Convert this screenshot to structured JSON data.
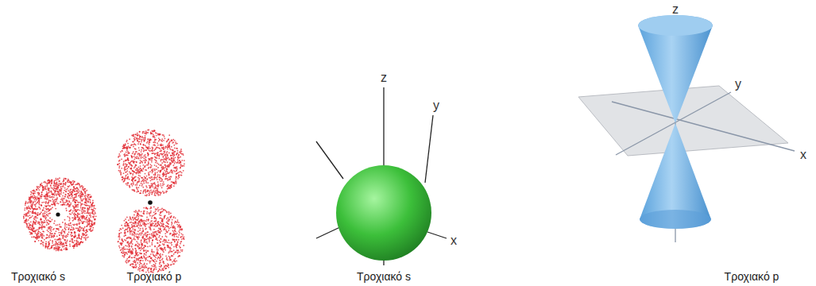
{
  "diagram": {
    "labels": [
      "Τροχιακό s",
      "Τροχιακό p",
      "Τροχιακό s",
      "Τροχιακό p",
      "z",
      "y",
      "x",
      "z",
      "y",
      "x"
    ]
  }
}
